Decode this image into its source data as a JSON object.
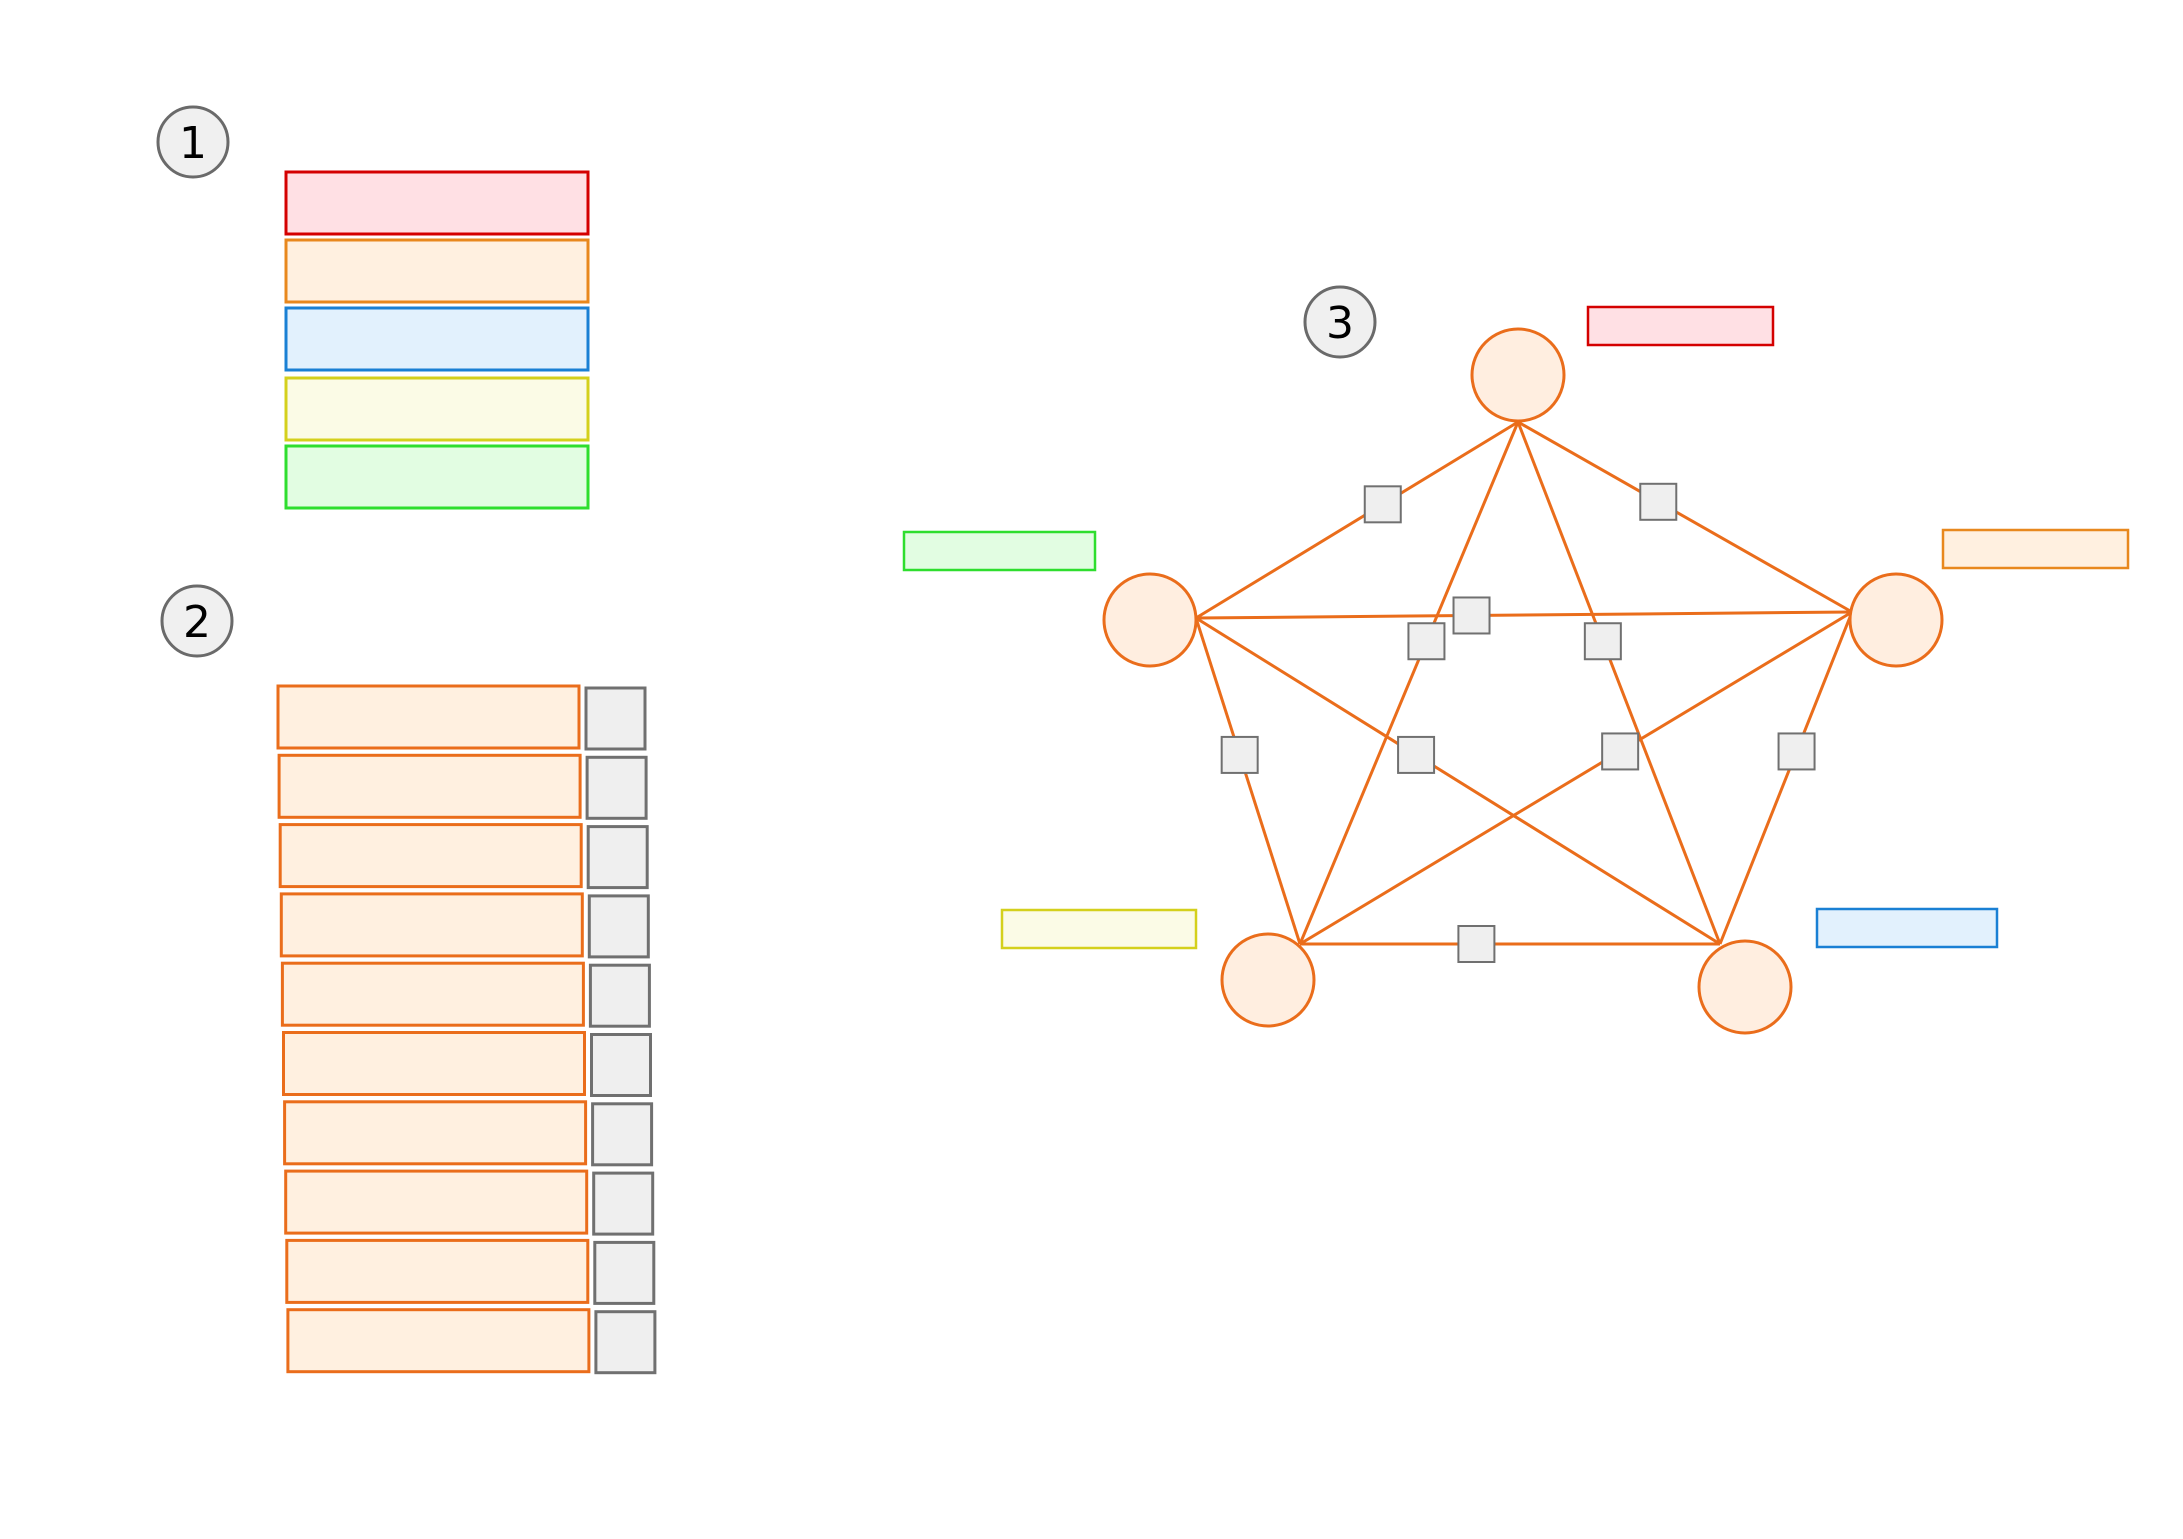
{
  "colors": {
    "red_stroke": "#d40000",
    "red_fill": "#ffe0e4",
    "orange_stroke": "#e8881e",
    "orange_fill": "#fff0e0",
    "blue_stroke": "#1a80d4",
    "blue_fill": "#e2f1fd",
    "yellow_stroke": "#d4d01c",
    "yellow_fill": "#fbfbe6",
    "green_stroke": "#2ede2e",
    "green_fill": "#e2fde2",
    "node_stroke": "#ea6d1b",
    "node_fill": "#ffeee0",
    "edge_stroke": "#ea6d1b",
    "gray_stroke": "#707070",
    "gray_fill": "#efefef",
    "marker_stroke": "#6a6a6a",
    "marker_fill": "#f0f0f0"
  },
  "markers": [
    {
      "id": "section-1",
      "label": "1"
    },
    {
      "id": "section-2",
      "label": "2"
    },
    {
      "id": "section-3",
      "label": "3"
    }
  ],
  "legend_colors": [
    "red",
    "orange",
    "blue",
    "yellow",
    "green"
  ],
  "list_row_count": 10,
  "graph": {
    "nodes": [
      {
        "id": "top",
        "tag": "red"
      },
      {
        "id": "right",
        "tag": "orange"
      },
      {
        "id": "bottom-right",
        "tag": "blue"
      },
      {
        "id": "bottom-left",
        "tag": "yellow"
      },
      {
        "id": "left",
        "tag": "green"
      }
    ],
    "edges": [
      [
        "top",
        "left"
      ],
      [
        "top",
        "right"
      ],
      [
        "top",
        "bottom-left"
      ],
      [
        "top",
        "bottom-right"
      ],
      [
        "left",
        "right"
      ],
      [
        "left",
        "bottom-left"
      ],
      [
        "left",
        "bottom-right"
      ],
      [
        "right",
        "bottom-left"
      ],
      [
        "right",
        "bottom-right"
      ],
      [
        "bottom-left",
        "bottom-right"
      ]
    ]
  }
}
